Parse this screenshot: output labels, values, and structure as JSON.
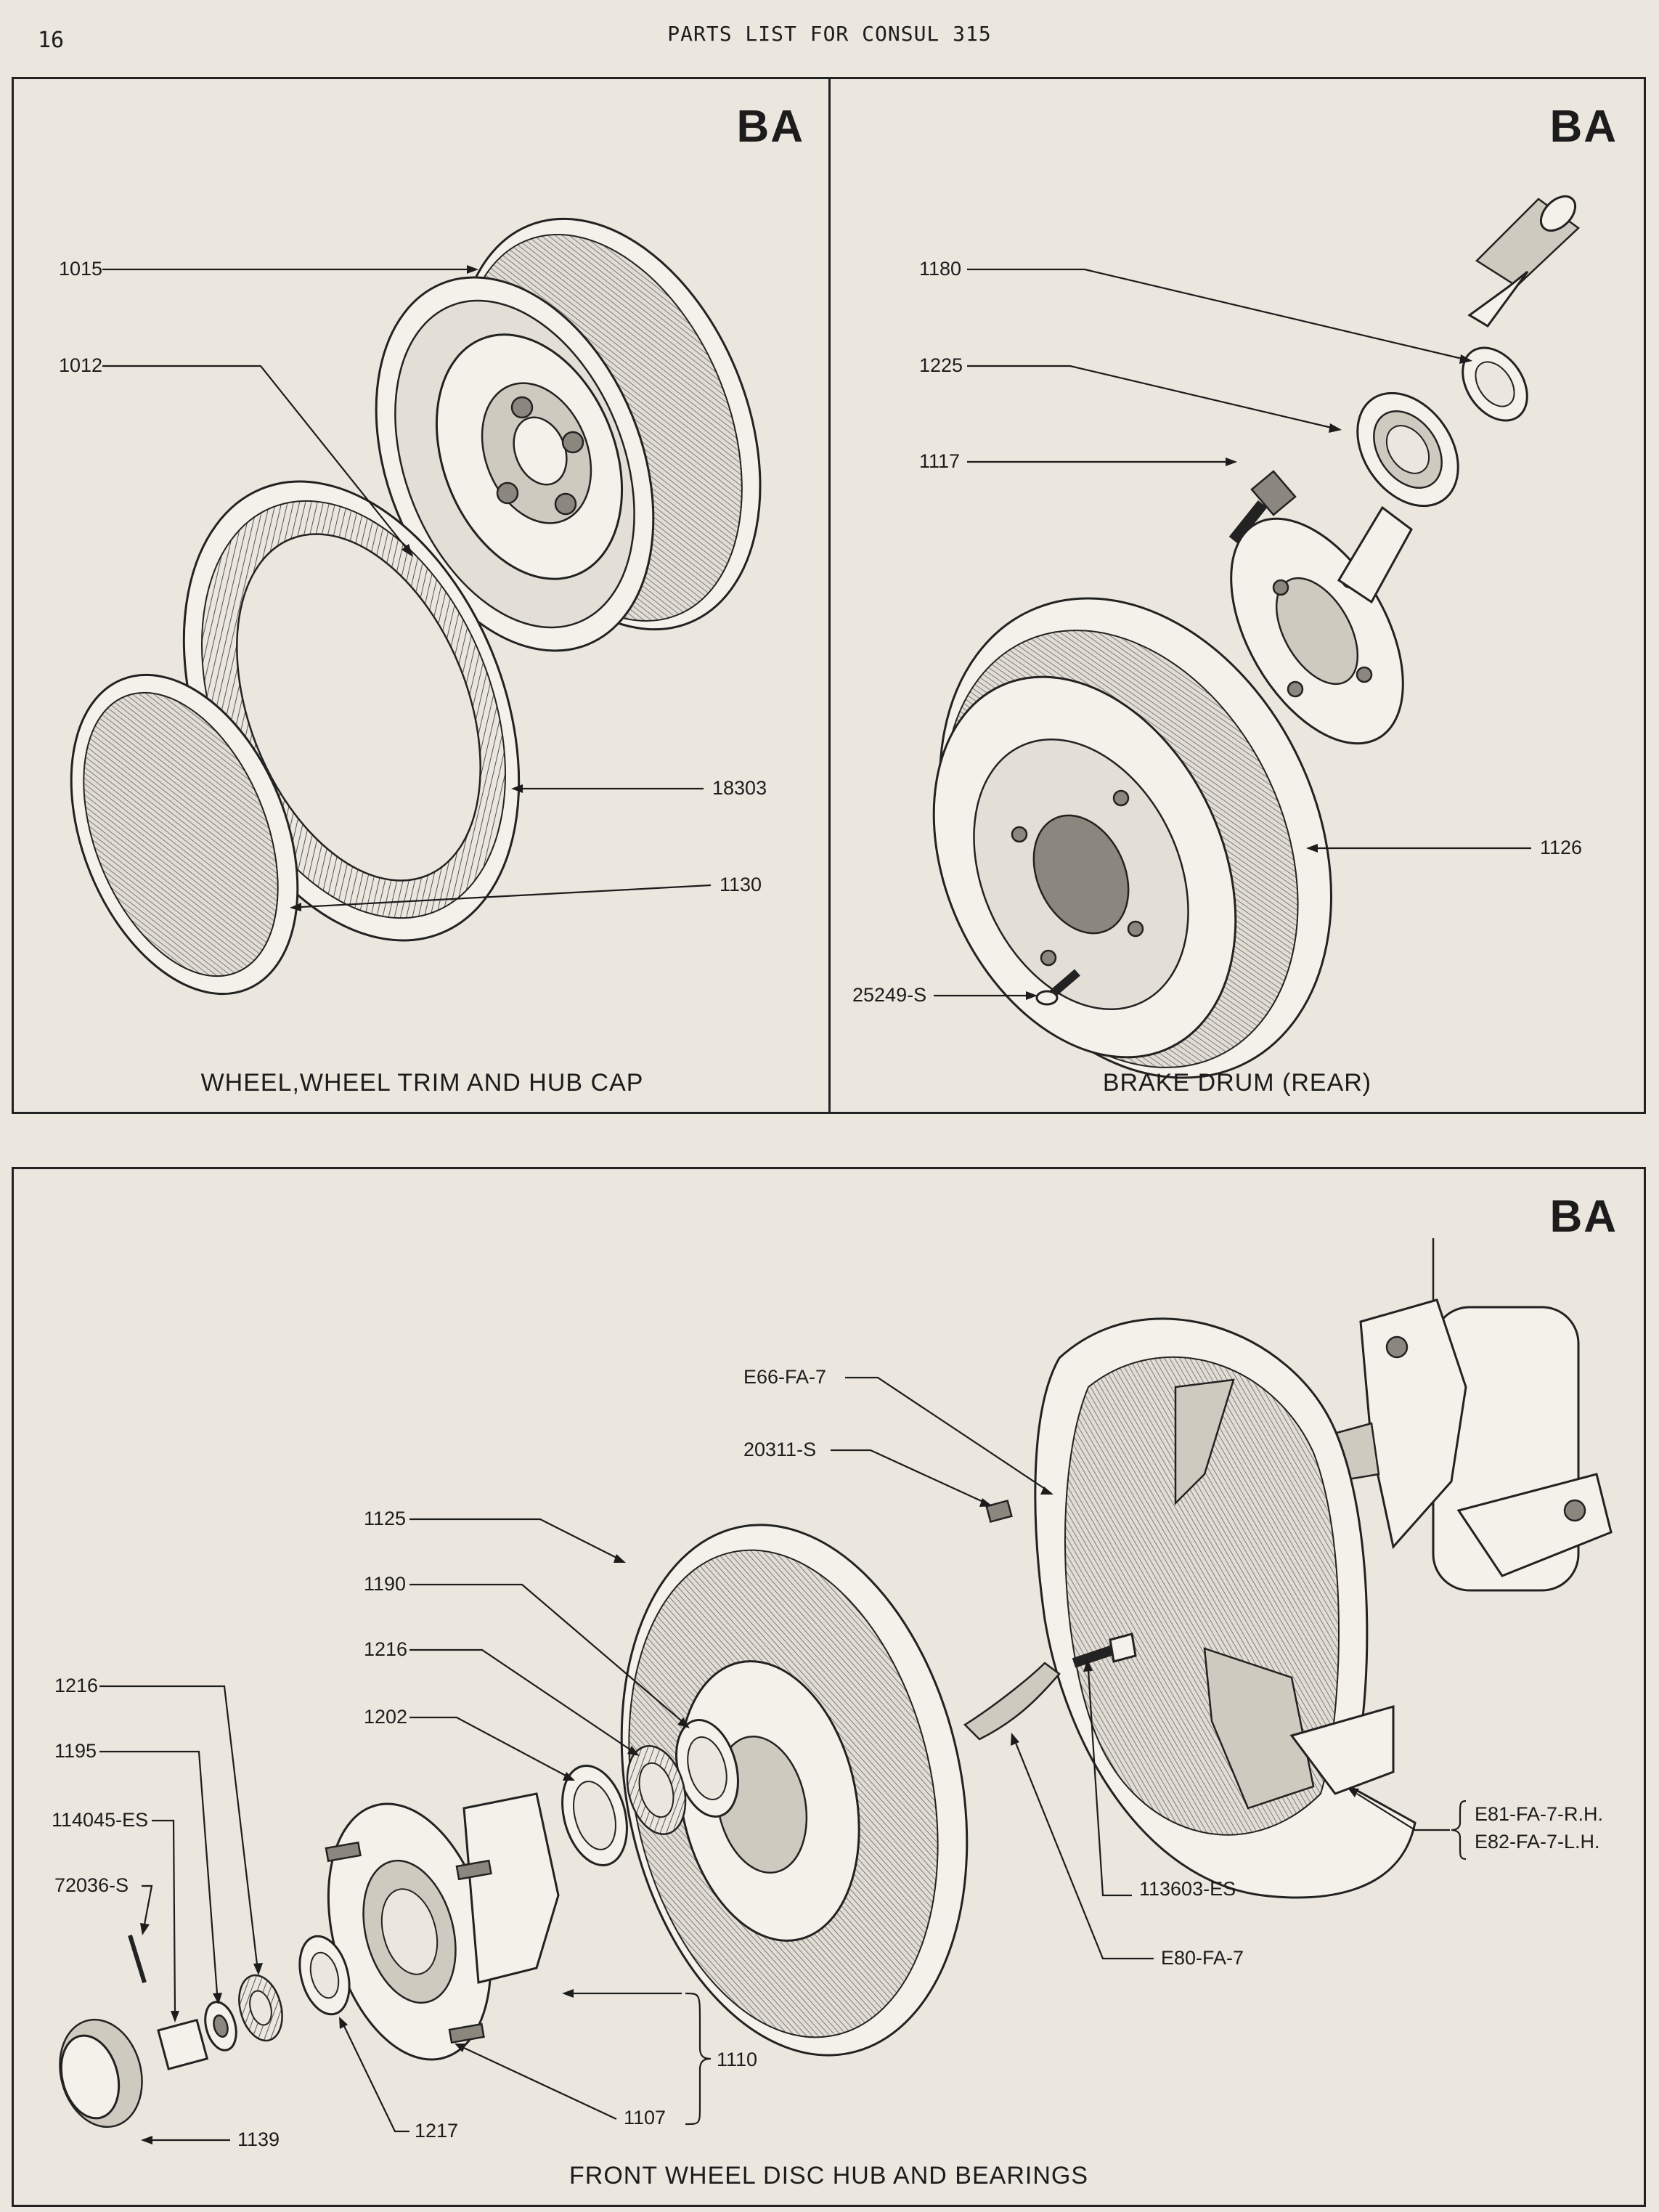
{
  "page": {
    "number": "16",
    "header": "PARTS LIST FOR CONSUL 315"
  },
  "panels": {
    "wheel": {
      "badge": "BA",
      "caption": "WHEEL,WHEEL TRIM AND HUB CAP",
      "labels": [
        "1015",
        "1012",
        "18303",
        "1130"
      ]
    },
    "brake": {
      "badge": "BA",
      "caption": "BRAKE DRUM (REAR)",
      "labels": [
        "1180",
        "1225",
        "1117",
        "1126",
        "25249-S"
      ]
    },
    "front": {
      "badge": "BA",
      "caption": "FRONT WHEEL DISC  HUB AND BEARINGS",
      "labels": [
        "E66-FA-7",
        "20311-S",
        "1125",
        "1190",
        "1216",
        "1202",
        "1216",
        "1195",
        "114045-ES",
        "72036-S",
        "1110",
        "1107",
        "1139",
        "1217",
        "113603-ES",
        "E80-FA-7",
        "E81-FA-7-R.H.",
        "E82-FA-7-L.H."
      ]
    }
  }
}
